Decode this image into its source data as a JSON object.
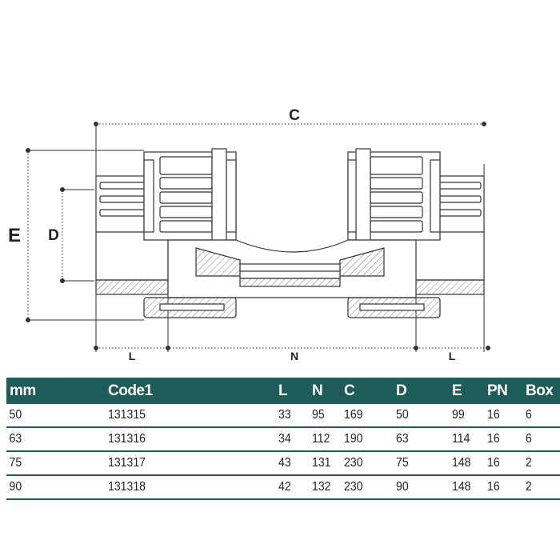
{
  "dimensions": {
    "c": "C",
    "e": "E",
    "d": "D",
    "l_left": "L",
    "n": "N",
    "l_right": "L"
  },
  "table": {
    "headers": [
      "mm",
      "Code1",
      "L",
      "N",
      "C",
      "D",
      "E",
      "PN",
      "Box"
    ],
    "rows": [
      [
        "50",
        "131315",
        "33",
        "95",
        "169",
        "50",
        "99",
        "16",
        "6"
      ],
      [
        "63",
        "131316",
        "34",
        "112",
        "190",
        "63",
        "114",
        "16",
        "6"
      ],
      [
        "75",
        "131317",
        "43",
        "131",
        "230",
        "75",
        "148",
        "16",
        "2"
      ],
      [
        "90",
        "131318",
        "42",
        "132",
        "230",
        "90",
        "148",
        "16",
        "2"
      ]
    ]
  },
  "colors": {
    "header_bg": "#1d5c59",
    "line": "#333333"
  }
}
